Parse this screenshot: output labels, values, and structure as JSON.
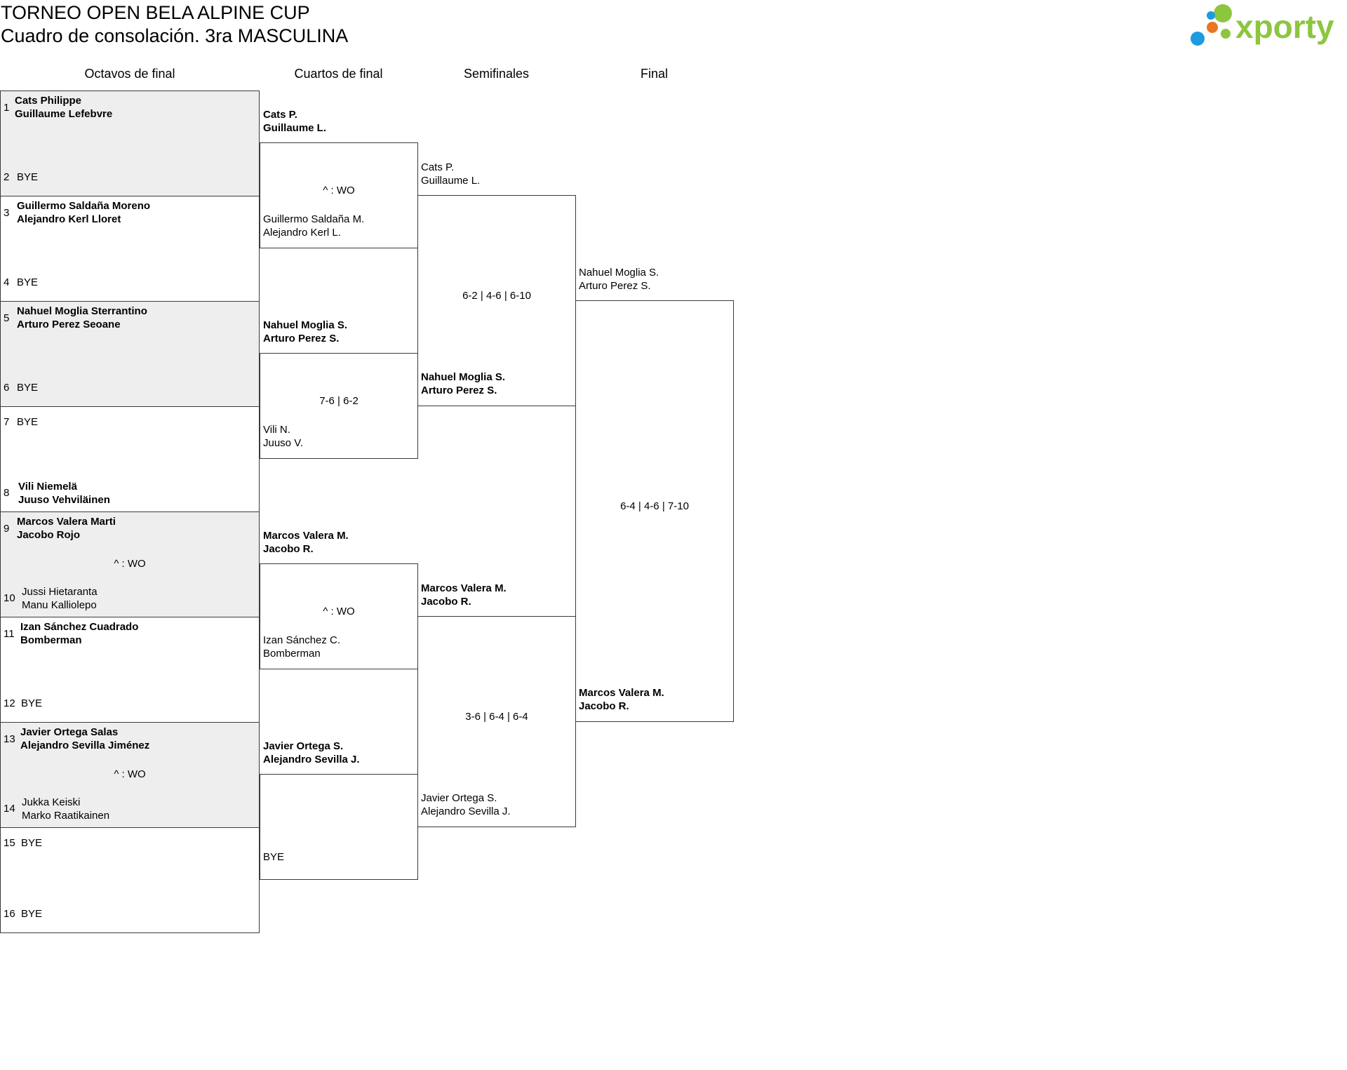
{
  "header": {
    "title": "TORNEO OPEN BELA ALPINE CUP",
    "subtitle": "Cuadro de consolación. 3ra MASCULINA",
    "logo_text": "xporty",
    "logo_colors": [
      "#1e9be0",
      "#8cc63f",
      "#e87722"
    ]
  },
  "rounds": [
    "Octavos de final",
    "Cuartos de final",
    "Semifinales",
    "Final"
  ],
  "r16": [
    {
      "seed_a": "1",
      "a": [
        "Cats Philippe",
        "Guillaume Lefebvre"
      ],
      "seed_b": "2",
      "b": [
        "BYE"
      ],
      "score": "",
      "shaded": true
    },
    {
      "seed_a": "3",
      "a": [
        "Guillermo Saldaña Moreno",
        "Alejandro Kerl Lloret"
      ],
      "seed_b": "4",
      "b": [
        "BYE"
      ],
      "score": "",
      "shaded": false
    },
    {
      "seed_a": "5",
      "a": [
        "Nahuel Moglia Sterrantino",
        "Arturo Perez Seoane"
      ],
      "seed_b": "6",
      "b": [
        "BYE"
      ],
      "score": "",
      "shaded": true
    },
    {
      "seed_a": "7",
      "a": [
        "BYE"
      ],
      "seed_b": "8",
      "b": [
        "Vili Niemelä",
        "Juuso Vehviläinen"
      ],
      "score": "",
      "shaded": false
    },
    {
      "seed_a": "9",
      "a": [
        "Marcos Valera Marti",
        "Jacobo Rojo"
      ],
      "seed_b": "10",
      "b": [
        "Jussi Hietaranta",
        "Manu Kalliolepo"
      ],
      "score": "^ : WO",
      "shaded": true
    },
    {
      "seed_a": "11",
      "a": [
        "Izan Sánchez Cuadrado",
        "Bomberman"
      ],
      "seed_b": "12",
      "b": [
        "BYE"
      ],
      "score": "",
      "shaded": false
    },
    {
      "seed_a": "13",
      "a": [
        "Javier Ortega Salas",
        "Alejandro Sevilla Jiménez"
      ],
      "seed_b": "14",
      "b": [
        "Jukka Keiski",
        "Marko Raatikainen"
      ],
      "score": "^ : WO",
      "shaded": true
    },
    {
      "seed_a": "15",
      "a": [
        "BYE"
      ],
      "seed_b": "16",
      "b": [
        "BYE"
      ],
      "score": "",
      "shaded": false
    }
  ],
  "qf": [
    {
      "a": [
        "Cats P.",
        "Guillaume L."
      ],
      "a_winner": true,
      "score": "^ : WO",
      "b": [
        "Guillermo Saldaña M.",
        "Alejandro Kerl L."
      ],
      "b_winner": false
    },
    {
      "a": [
        "Nahuel Moglia S.",
        "Arturo Perez S."
      ],
      "a_winner": true,
      "score": "7-6 | 6-2",
      "b": [
        "Vili N.",
        "Juuso V."
      ],
      "b_winner": false
    },
    {
      "a": [
        "Marcos Valera M.",
        "Jacobo R."
      ],
      "a_winner": true,
      "score": "^ : WO",
      "b": [
        "Izan Sánchez C.",
        "Bomberman"
      ],
      "b_winner": false
    },
    {
      "a": [
        "Javier Ortega S.",
        "Alejandro Sevilla J."
      ],
      "a_winner": true,
      "score": "",
      "b": [
        "BYE"
      ],
      "b_winner": false
    }
  ],
  "sf": [
    {
      "a": [
        "Cats P.",
        "Guillaume L."
      ],
      "a_winner": false,
      "score": "6-2 | 4-6 | 6-10",
      "b": [
        "Nahuel Moglia S.",
        "Arturo Perez S."
      ],
      "b_winner": true
    },
    {
      "a": [
        "Marcos Valera M.",
        "Jacobo R."
      ],
      "a_winner": true,
      "score": "3-6 | 6-4 | 6-4",
      "b": [
        "Javier Ortega S.",
        "Alejandro Sevilla J."
      ],
      "b_winner": false
    }
  ],
  "final": {
    "a": [
      "Nahuel Moglia S.",
      "Arturo Perez S."
    ],
    "a_winner": false,
    "score": "6-4 | 4-6 | 7-10",
    "b": [
      "Marcos Valera M.",
      "Jacobo R."
    ],
    "b_winner": true
  }
}
